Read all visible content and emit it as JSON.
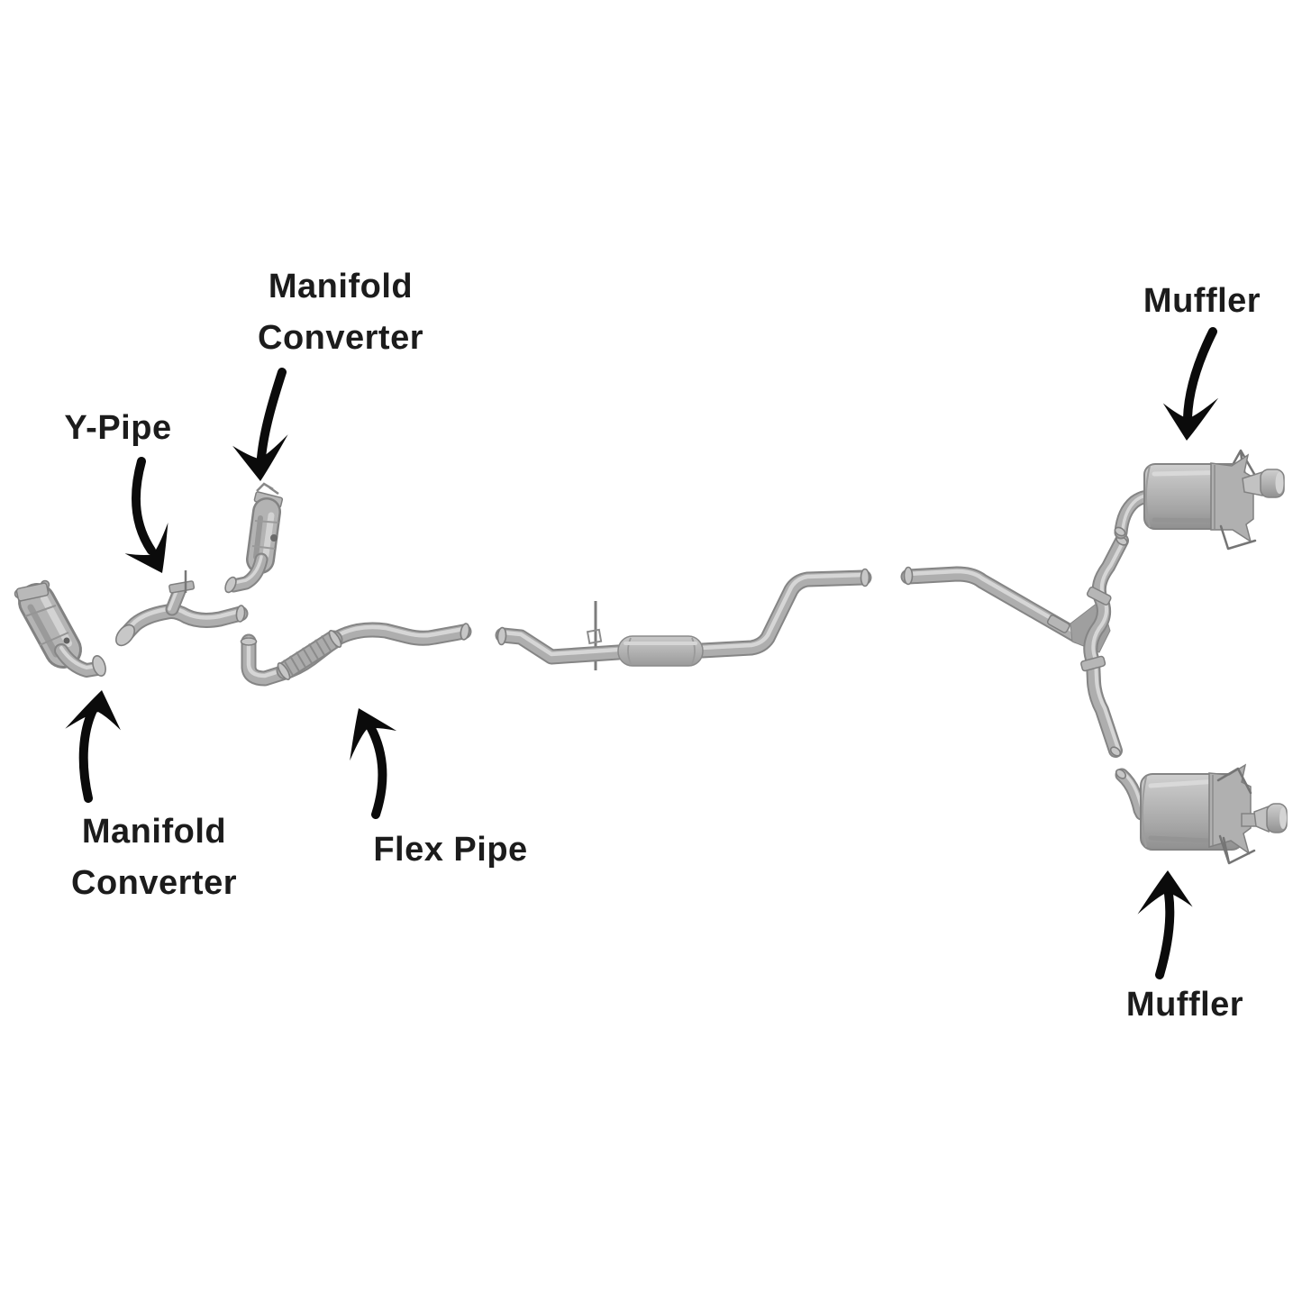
{
  "background": "#ffffff",
  "colors": {
    "label_text": "#1c1c1c",
    "arrow": "#0b0b0b",
    "pipe_edge": "#858585",
    "pipe_body": "#aeaeae",
    "pipe_highlight": "#d6d6d6",
    "part_light": "#cfcfcf",
    "part_dark": "#8f8f8f"
  },
  "labels": {
    "manifold_converter_top": {
      "line1": "Manifold",
      "line2": "Converter"
    },
    "y_pipe": {
      "text": "Y-Pipe"
    },
    "manifold_converter_bottom": {
      "line1": "Manifold",
      "line2": "Converter"
    },
    "flex_pipe": {
      "text": "Flex Pipe"
    },
    "muffler_top": {
      "text": "Muffler"
    },
    "muffler_bottom": {
      "text": "Muffler"
    }
  }
}
